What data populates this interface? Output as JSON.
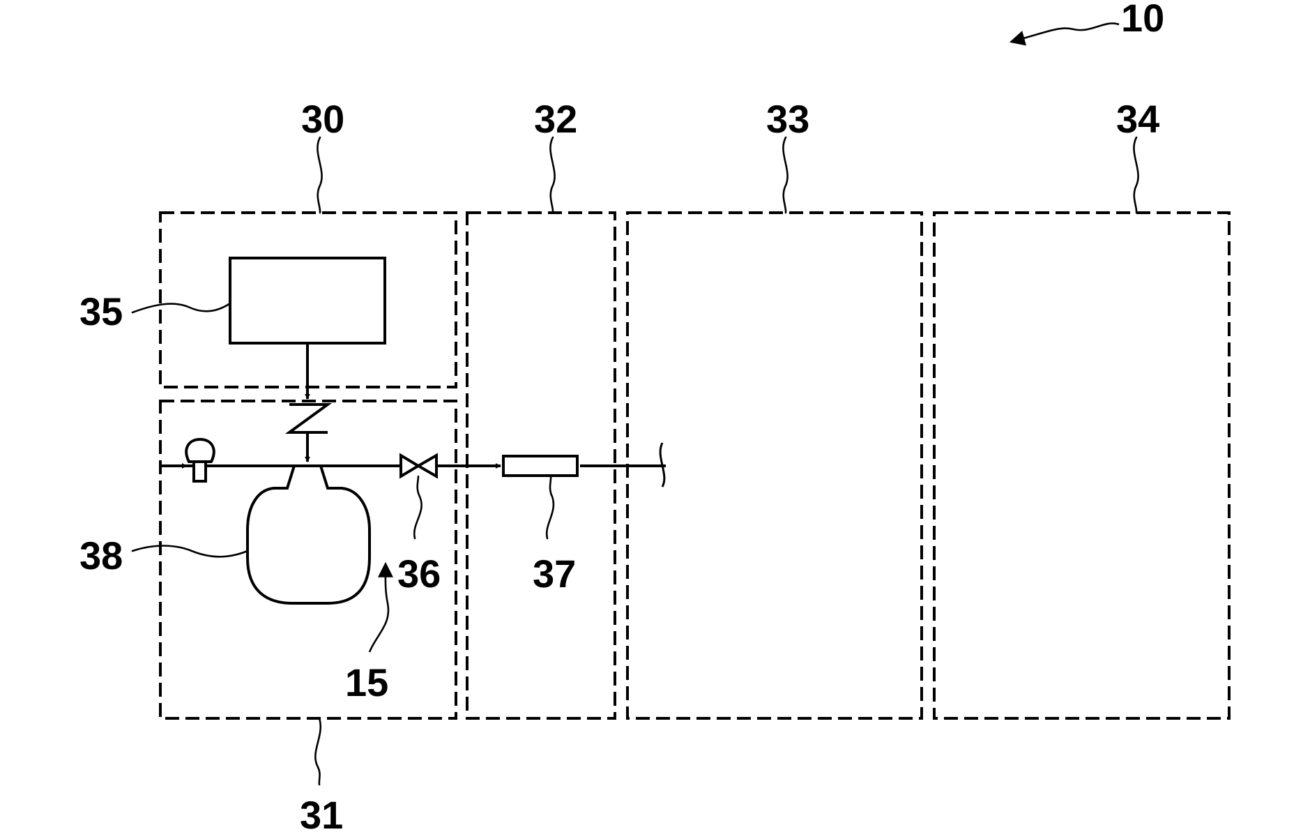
{
  "labels": {
    "system": "10",
    "zone_30": "30",
    "zone_31": "31",
    "zone_32": "32",
    "zone_33": "33",
    "zone_34": "34",
    "unit_35": "35",
    "valve_36": "36",
    "element_37": "37",
    "vessel_38": "38",
    "assembly_15": "15"
  },
  "colors": {
    "ink": "#000000",
    "background": "#ffffff"
  }
}
